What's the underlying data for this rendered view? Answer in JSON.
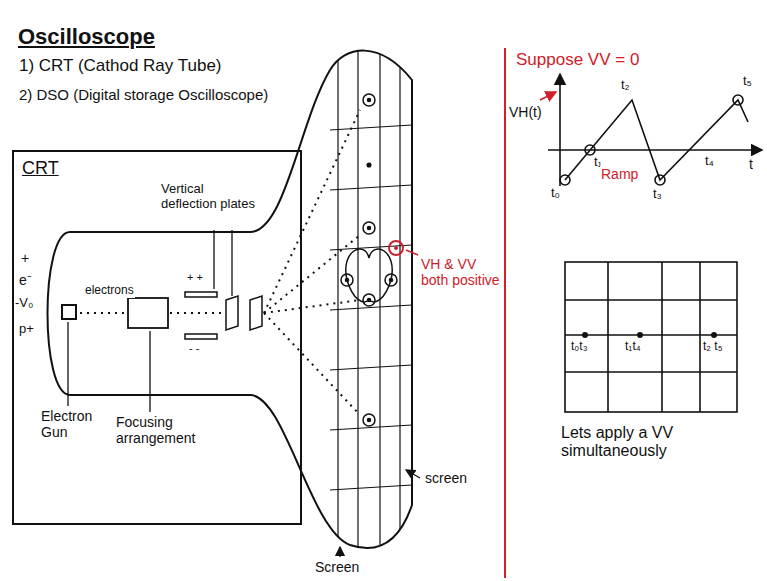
{
  "diagram": {
    "title": "Oscilloscope",
    "nodes": [
      {
        "text": [
          "CRT"
        ]
      }
    ],
    "labels": [
      "1) CRT (Cathod Ray Tube)",
      "2) DSO (Digital storage Oscilloscope)",
      "+",
      "e⁻",
      "-V₀",
      "p+",
      "electrons",
      "Vertical deflection plates",
      "+ +",
      "- -",
      "Electron Gun",
      "Focusing arrangement",
      "VH & VV both positive",
      "screen",
      "Screen",
      "Suppose VV = 0",
      "VH(t)",
      "t₀",
      "t₁",
      "t₂",
      "t₃",
      "t₄",
      "t₅",
      "t",
      "Ramp",
      "t₀t₃",
      "t₁t₄",
      "t₂ t₅",
      "Lets apply a VV simultaneously"
    ]
  }
}
